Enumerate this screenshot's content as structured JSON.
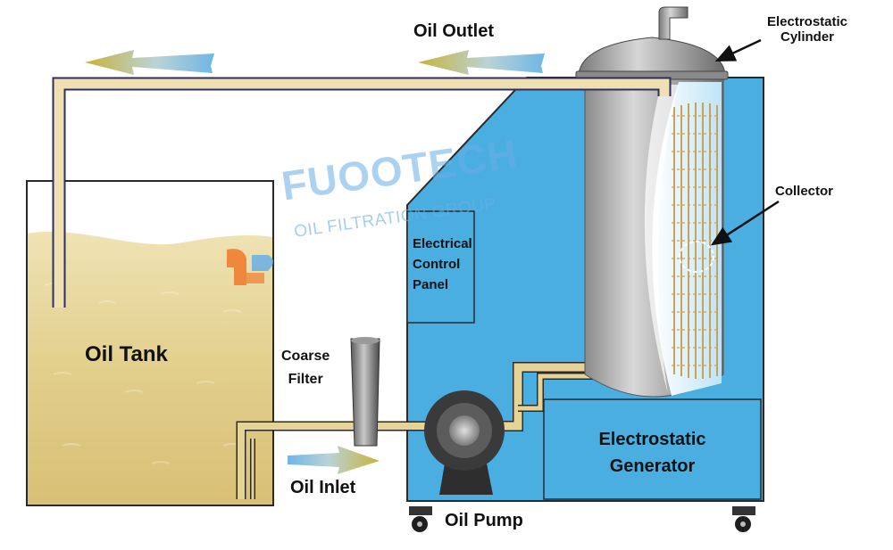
{
  "labels": {
    "oil_outlet": "Oil Outlet",
    "electrostatic_cylinder_line1": "Electrostatic",
    "electrostatic_cylinder_line2": "Cylinder",
    "collector": "Collector",
    "electrical_control_panel_line1": "Electrical",
    "electrical_control_panel_line2": "Control",
    "electrical_control_panel_line3": "Panel",
    "oil_tank": "Oil Tank",
    "coarse_filter_line1": "Coarse",
    "coarse_filter_line2": "Filter",
    "oil_inlet": "Oil Inlet",
    "oil_pump": "Oil Pump",
    "electrostatic_generator_line1": "Electrostatic",
    "electrostatic_generator_line2": "Generator"
  },
  "watermark": {
    "brand": "FUOOTECH",
    "tagline": "OIL FILTRATION GROUP"
  },
  "colors": {
    "machine_blue": "#4aaee0",
    "oil": "#e6d496",
    "pipe_fill": "#eee0b0",
    "outline": "#2a2a2a",
    "watermark_orange": "#f07a2a",
    "watermark_blue": "#6aaee6"
  }
}
